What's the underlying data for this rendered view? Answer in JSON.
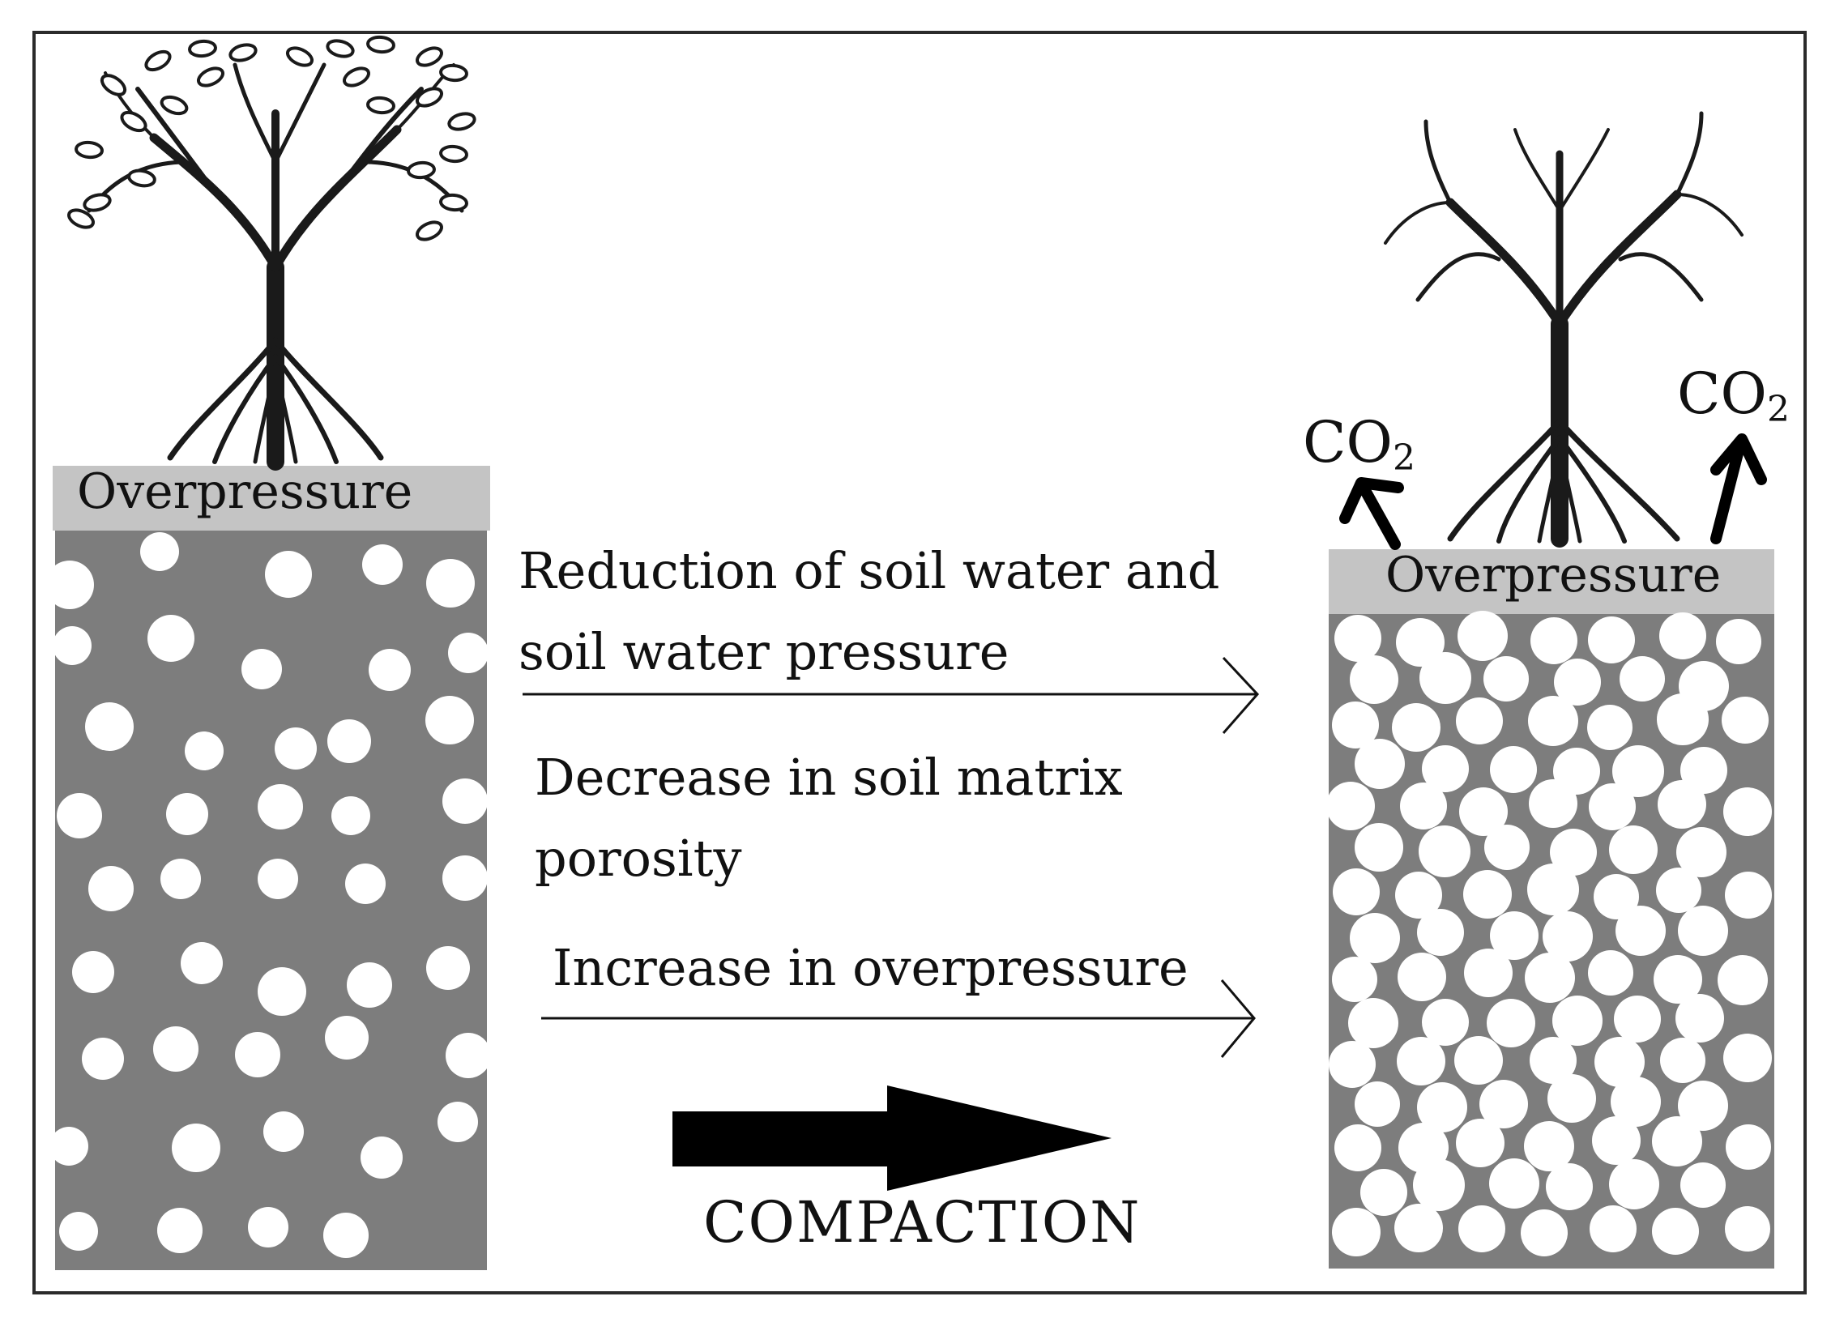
{
  "left_column": {
    "bar_label": "Overpressure"
  },
  "right_column": {
    "bar_label": "Overpressure",
    "gas_label_main": "CO",
    "gas_label_sub": "2"
  },
  "process": {
    "line1": "Reduction of soil water and",
    "line2": "soil water pressure",
    "line3": "Decrease in soil matrix",
    "line4": "porosity",
    "line5": "Increase in overpressure"
  },
  "main_arrow_label": "COMPACTION",
  "colors": {
    "soil": "#7d7d7d",
    "bar": "#c4c4c4",
    "pore": "#ffffff",
    "ink": "#111111"
  },
  "icons": [
    "leafy-tree-icon",
    "bare-tree-icon",
    "up-arrow-icon",
    "right-arrow-icon"
  ]
}
